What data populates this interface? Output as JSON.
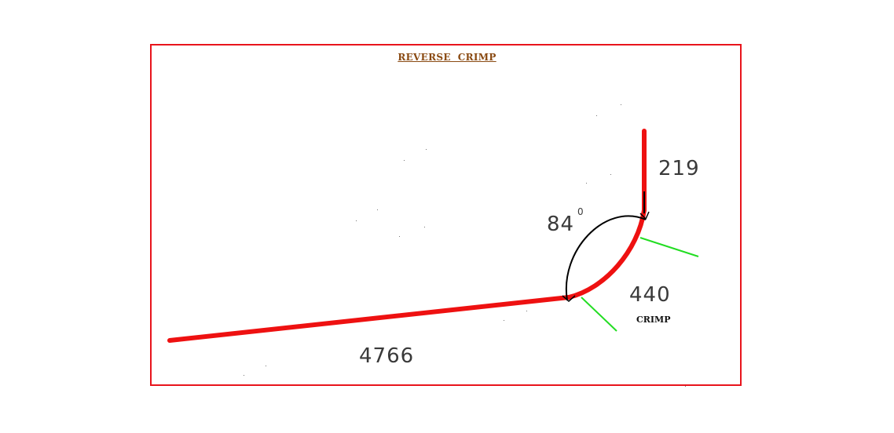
{
  "title": "REVERSE  CRIMP",
  "labels": {
    "long_leg": "4766",
    "short_leg": "219",
    "crimp_length": "440",
    "crimp_label": "CRIMP",
    "angle_value": "84",
    "angle_unit": "0"
  },
  "colors": {
    "frame": "#e8141c",
    "bend_line": "#ee1111",
    "angle_arc": "#000000",
    "crimp_markers": "#22dd22",
    "title": "#8a4a12",
    "dimension_text": "#3a3a3a"
  }
}
